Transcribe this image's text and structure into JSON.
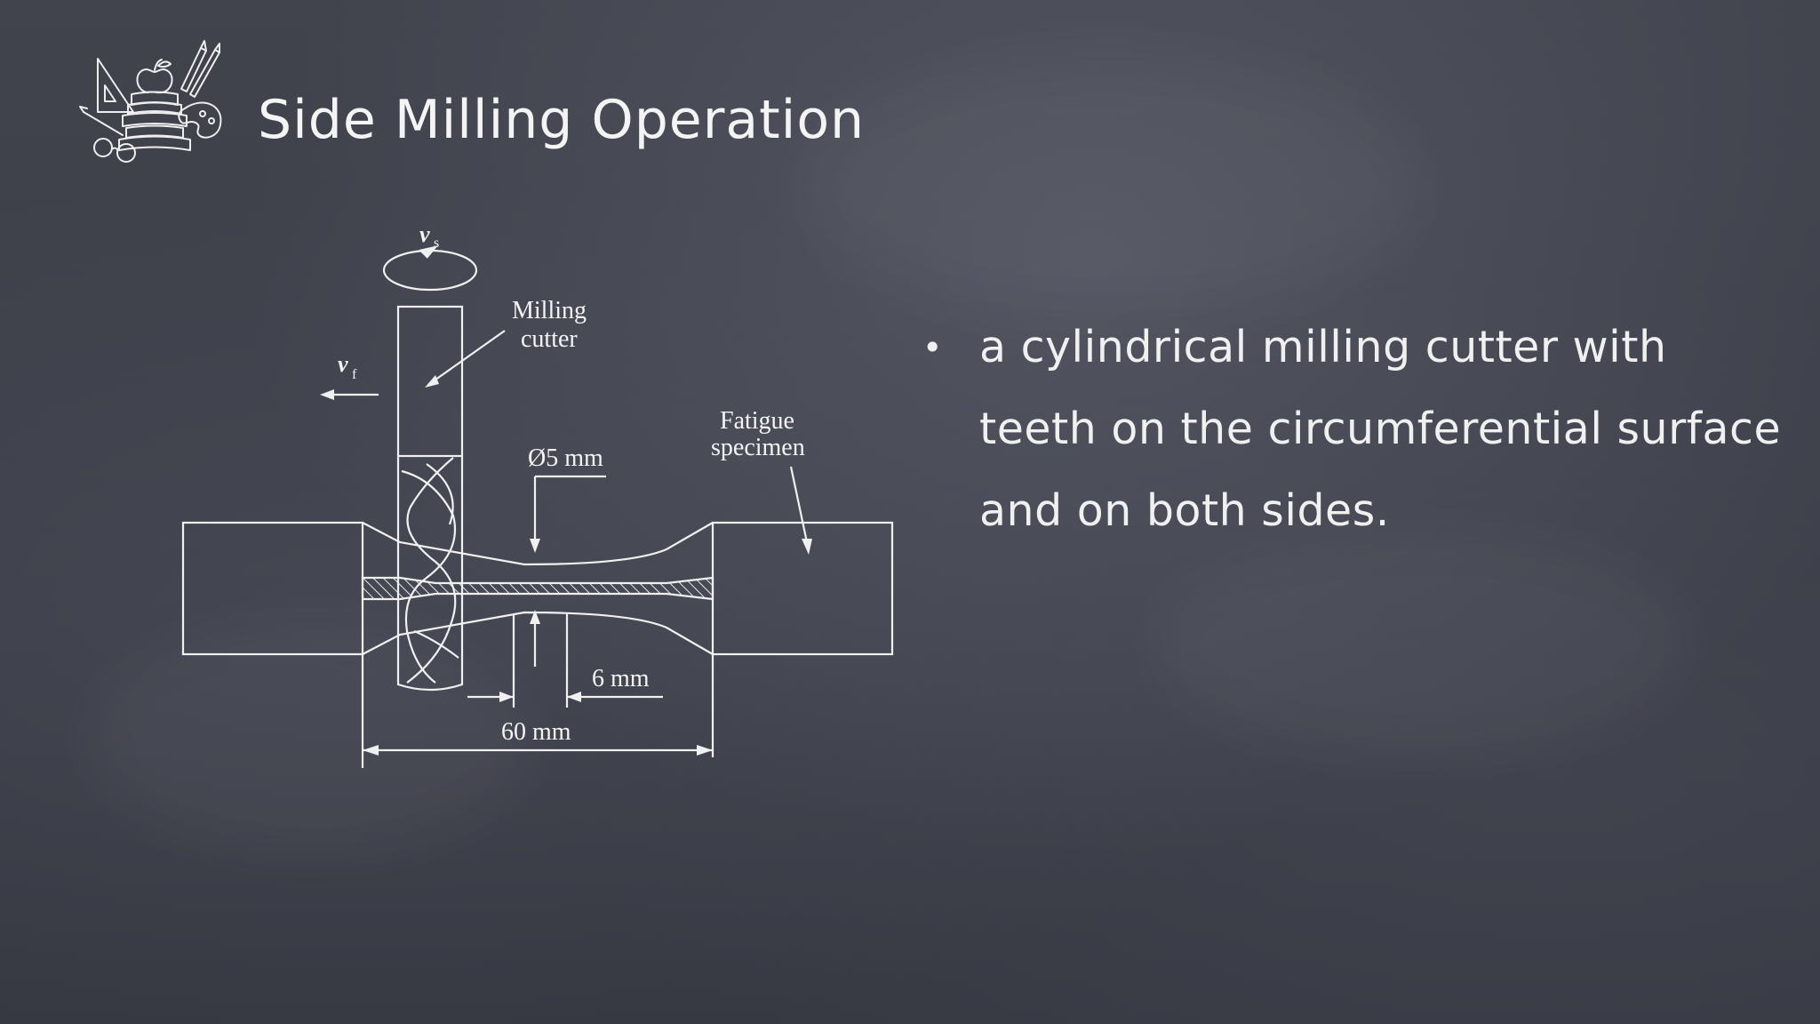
{
  "slide": {
    "title": "Side Milling Operation",
    "bullets": [
      "a cylindrical milling cutter with teeth on the circumferential surface and on both sides."
    ]
  },
  "diagram": {
    "labels": {
      "spindle_speed": "v",
      "spindle_speed_sub": "s",
      "feed": "v",
      "feed_sub": "f",
      "milling_cutter_line1": "Milling",
      "milling_cutter_line2": "cutter",
      "diameter": "Ø5 mm",
      "fatigue_line1": "Fatigue",
      "fatigue_line2": "specimen",
      "gauge_length": "6 mm",
      "total_length": "60 mm"
    }
  },
  "colors": {
    "chalkboard": "#3b3d47",
    "chalk": "#f2f2f2"
  },
  "icons": {
    "logo": "school-supplies-sketch-icon"
  }
}
